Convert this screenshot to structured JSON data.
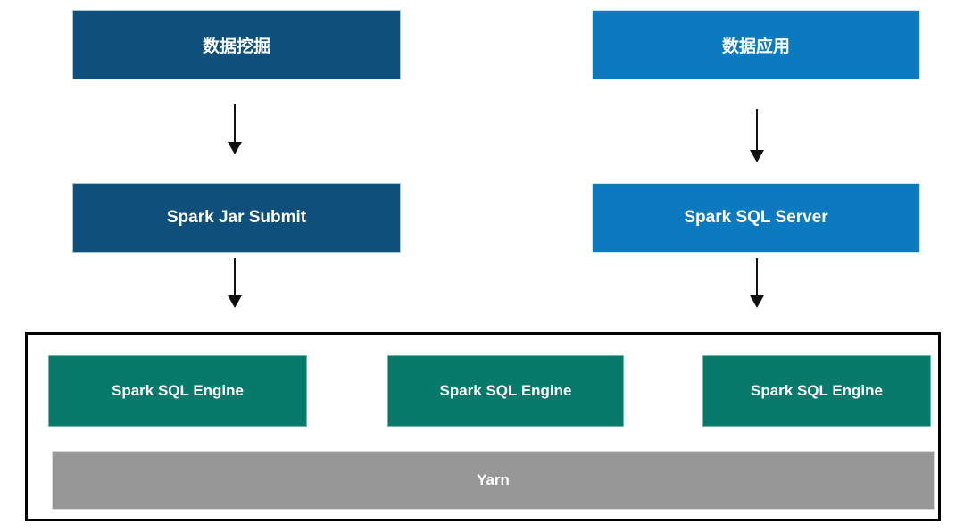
{
  "diagram": {
    "columns": [
      {
        "id": "left",
        "top_node": {
          "label": "数据挖掘",
          "color": "#0e4f7c"
        },
        "bottom_node": {
          "label": "Spark Jar Submit",
          "color": "#0e4f7c"
        }
      },
      {
        "id": "right",
        "top_node": {
          "label": "数据应用",
          "color": "#0b7abf"
        },
        "bottom_node": {
          "label": "Spark SQL Server",
          "color": "#0b7abf"
        }
      }
    ],
    "cluster": {
      "engines": [
        {
          "label": "Spark SQL Engine",
          "color": "#077a6b"
        },
        {
          "label": "Spark SQL Engine",
          "color": "#077a6b"
        },
        {
          "label": "Spark SQL Engine",
          "color": "#077a6b"
        }
      ],
      "platform": {
        "label": "Yarn",
        "color": "#979797"
      },
      "border_color": "#000000"
    },
    "arrow_color": "#111111"
  }
}
